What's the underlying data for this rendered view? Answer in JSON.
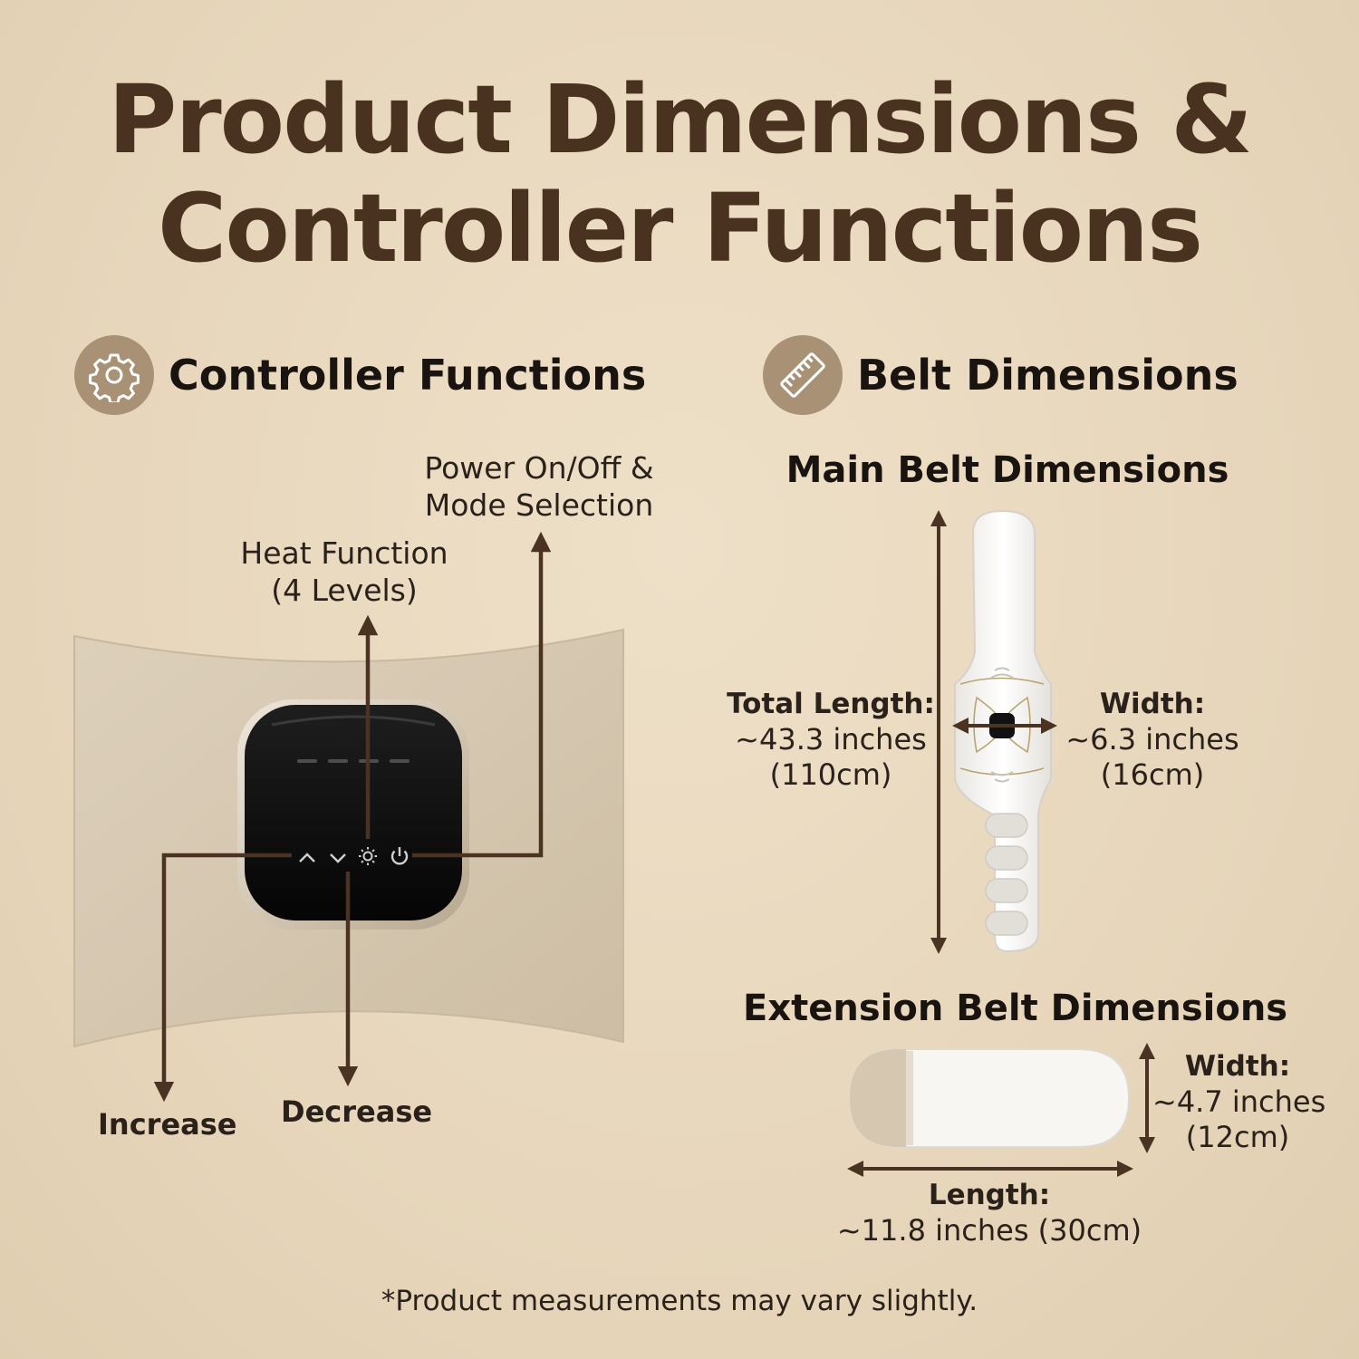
{
  "title": {
    "line1": "Product Dimensions &",
    "line2": "Controller Functions"
  },
  "controller": {
    "heading": "Controller Functions",
    "icon": "gear-icon",
    "power_label_1": "Power On/Off &",
    "power_label_2": "Mode Selection",
    "heat_label_1": "Heat Function",
    "heat_label_2": "(4 Levels)",
    "increase_label": "Increase",
    "decrease_label": "Decrease"
  },
  "belt": {
    "heading": "Belt Dimensions",
    "icon": "ruler-icon",
    "main_heading": "Main Belt Dimensions",
    "total_length_title": "Total Length:",
    "total_length_in": "~43.3 inches",
    "total_length_cm": "(110cm)",
    "main_width_title": "Width:",
    "main_width_in": "~6.3 inches",
    "main_width_cm": "(16cm)",
    "ext_heading": "Extension Belt Dimensions",
    "ext_width_title": "Width:",
    "ext_width_in": "~4.7 inches",
    "ext_width_cm": "(12cm)",
    "ext_length_title": "Length:",
    "ext_length_value": "~11.8 inches (30cm)"
  },
  "footnote": "*Product measurements may vary slightly.",
  "colors": {
    "title": "#4a3220",
    "arrow": "#4a3322",
    "icon_bg": "#a89174",
    "background": "#e7d6bb"
  }
}
